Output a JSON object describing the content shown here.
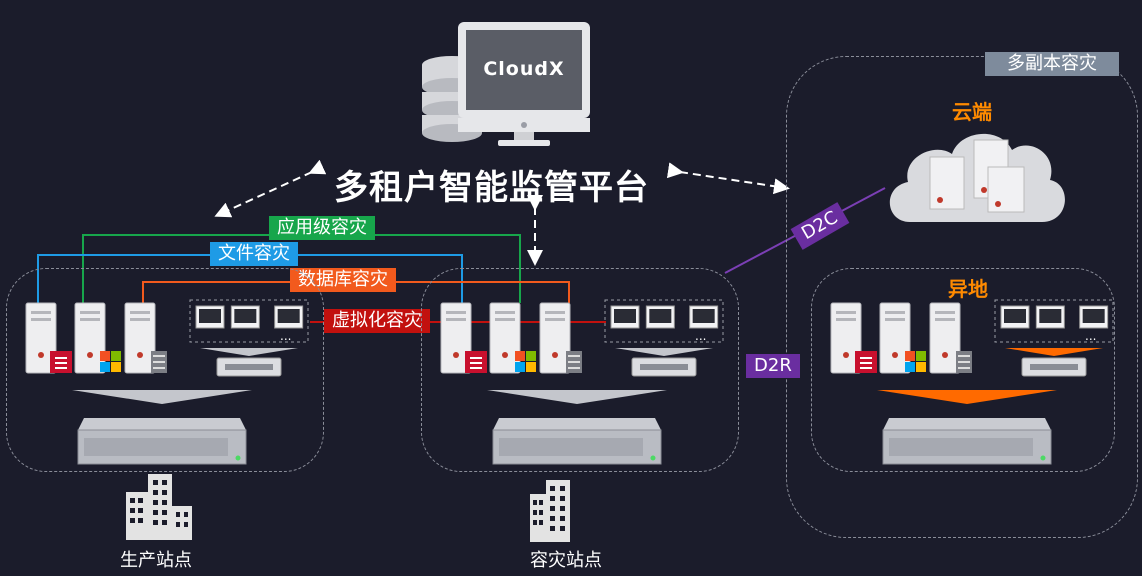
{
  "platform": {
    "title": "多租户智能监管平台",
    "monitor_label": "CloudX"
  },
  "tags": {
    "app_dr": "应用级容灾",
    "file_dr": "文件容灾",
    "db_dr": "数据库容灾",
    "virt_dr": "虚拟化容灾",
    "d2c": "D2C",
    "d2r": "D2R",
    "multi_copy": "多副本容灾"
  },
  "sites": {
    "production": "生产站点",
    "dr": "容灾站点"
  },
  "targets": {
    "cloud": "云端",
    "remote": "异地"
  },
  "colors": {
    "background": "#1b1c2b",
    "app_dr": "#17a64b",
    "file_dr": "#1e9be6",
    "db_dr": "#f25a1d",
    "virt_dr": "#c2110e",
    "d2c_d2r": "#6a2ea0",
    "multi_copy_bg": "#7e8b9c",
    "accent_orange": "#ff8a00"
  }
}
